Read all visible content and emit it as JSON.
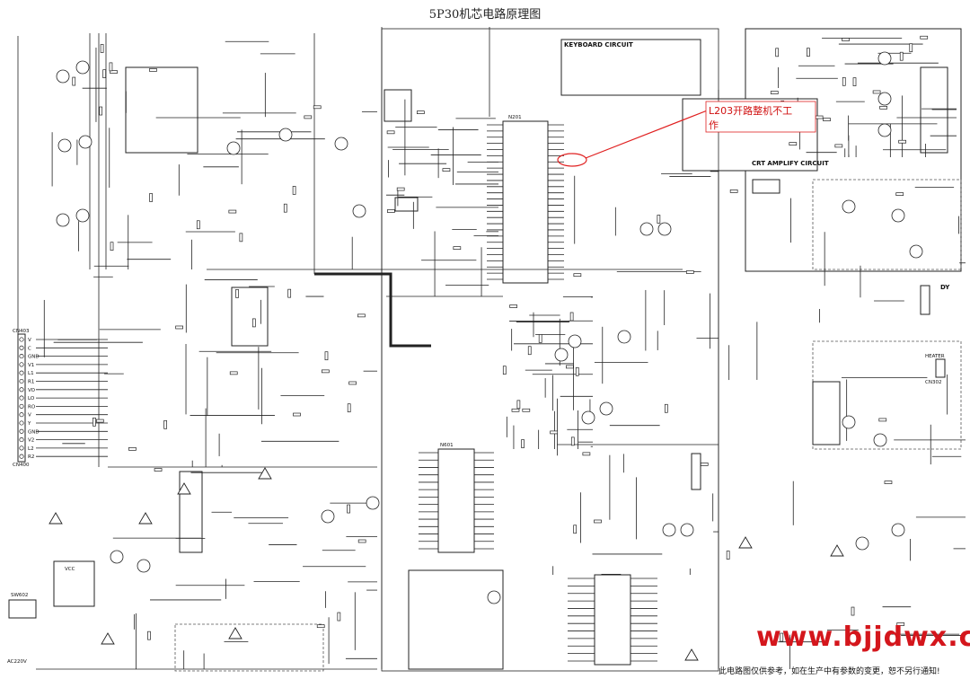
{
  "title": "5P30机芯电路原理图",
  "annotation": {
    "line1": "L203开路整机不工",
    "line2": "作"
  },
  "watermark": "www.bjjdwx.com",
  "footer_note": "此电路图仅供参考，如在生产中有参数的变更，恕不另行通知!",
  "labels": {
    "keyboard_circuit": "KEYBOARD CIRCUIT",
    "crt_amplify": "CRT AMPLIFY CIRCUIT",
    "main_ic": "N201",
    "audio_ic": "N601",
    "cn403": "CN403",
    "cn400": "CN400",
    "power_ic": "VCC",
    "sw602": "SW602",
    "ac_input": "AC220V",
    "dy": "DY",
    "heater": "HEATER",
    "cn302": "CN302"
  },
  "connector_pins": [
    "V",
    "C",
    "GND",
    "V1",
    "L1",
    "R1",
    "VO",
    "LO",
    "RO",
    "V",
    "Y",
    "GND",
    "V2",
    "L2",
    "R2"
  ]
}
